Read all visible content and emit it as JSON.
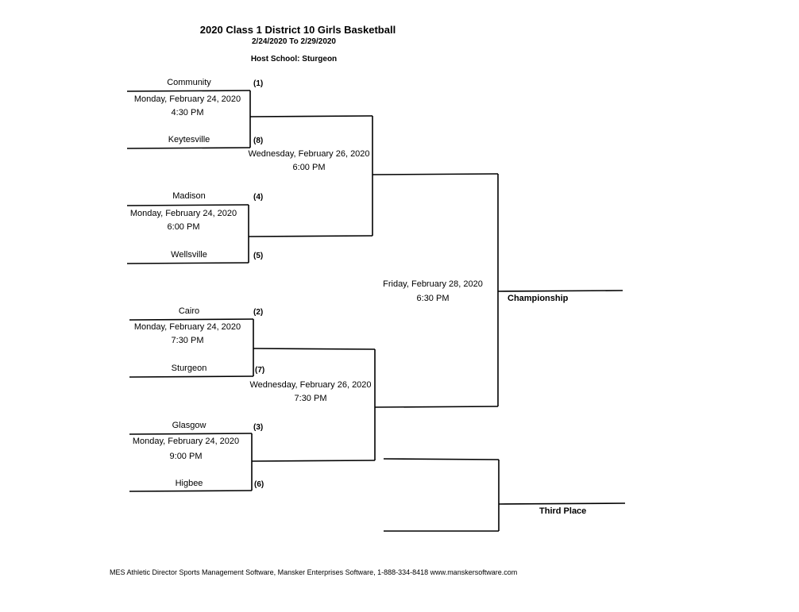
{
  "header": {
    "title": "2020 Class 1 District 10 Girls Basketball",
    "date_range": "2/24/2020 To 2/29/2020",
    "host": "Host School:  Sturgeon"
  },
  "round1": [
    {
      "team_a": "Community",
      "seed_a": "(1)",
      "team_b": "Keytesville",
      "seed_b": "(8)",
      "date": "Monday, February 24, 2020",
      "time": "4:30 PM"
    },
    {
      "team_a": "Madison",
      "seed_a": "(4)",
      "team_b": "Wellsville",
      "seed_b": "(5)",
      "date": "Monday, February 24, 2020",
      "time": "6:00 PM"
    },
    {
      "team_a": "Cairo",
      "seed_a": "(2)",
      "team_b": "Sturgeon",
      "seed_b": "(7)",
      "date": "Monday, February 24, 2020",
      "time": "7:30 PM"
    },
    {
      "team_a": "Glasgow",
      "seed_a": "(3)",
      "team_b": "Higbee",
      "seed_b": "(6)",
      "date": "Monday, February 24, 2020",
      "time": "9:00 PM"
    }
  ],
  "semifinals": [
    {
      "date": "Wednesday, February 26, 2020",
      "time": "6:00 PM"
    },
    {
      "date": "Wednesday, February 26, 2020",
      "time": "7:30 PM"
    }
  ],
  "final": {
    "date": "Friday, February 28, 2020",
    "time": "6:30 PM",
    "label": "Championship"
  },
  "third_place": {
    "label": "Third Place"
  },
  "footer": {
    "text": "MES Athletic Director Sports Management Software, Mansker Enterprises Software, 1-888-334-8418   www.manskersoftware.com"
  }
}
